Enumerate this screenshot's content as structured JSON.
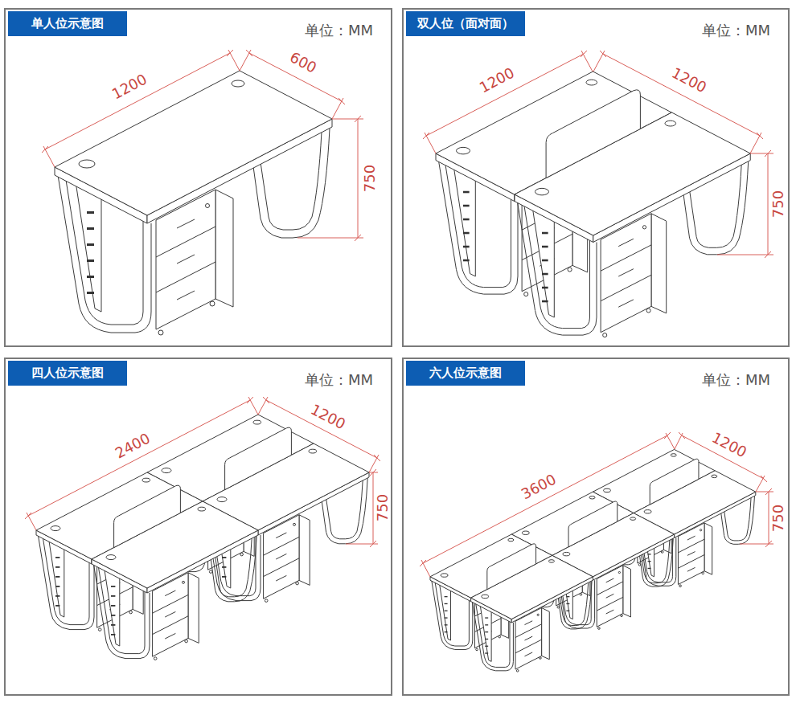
{
  "diagram": {
    "nodes": [
      {
        "text": [
          "单位：MM"
        ]
      },
      {
        "text": [
          "单人位示意图"
        ],
        "in": 0
      },
      {
        "text": [
          "单位：MM"
        ]
      },
      {
        "text": [
          "双人位（面对面）"
        ],
        "in": 2
      },
      {
        "text": [
          "单位：MM"
        ]
      },
      {
        "text": [
          "四人位示意图"
        ],
        "in": 4
      },
      {
        "text": [
          "单位：MM"
        ]
      },
      {
        "text": [
          "六人位示意图"
        ],
        "in": 6
      }
    ],
    "labels": [
      "1200",
      "600",
      "750",
      "1200",
      "1200",
      "750",
      "2400",
      "1200",
      "750",
      "3600",
      "1200",
      "750"
    ]
  }
}
